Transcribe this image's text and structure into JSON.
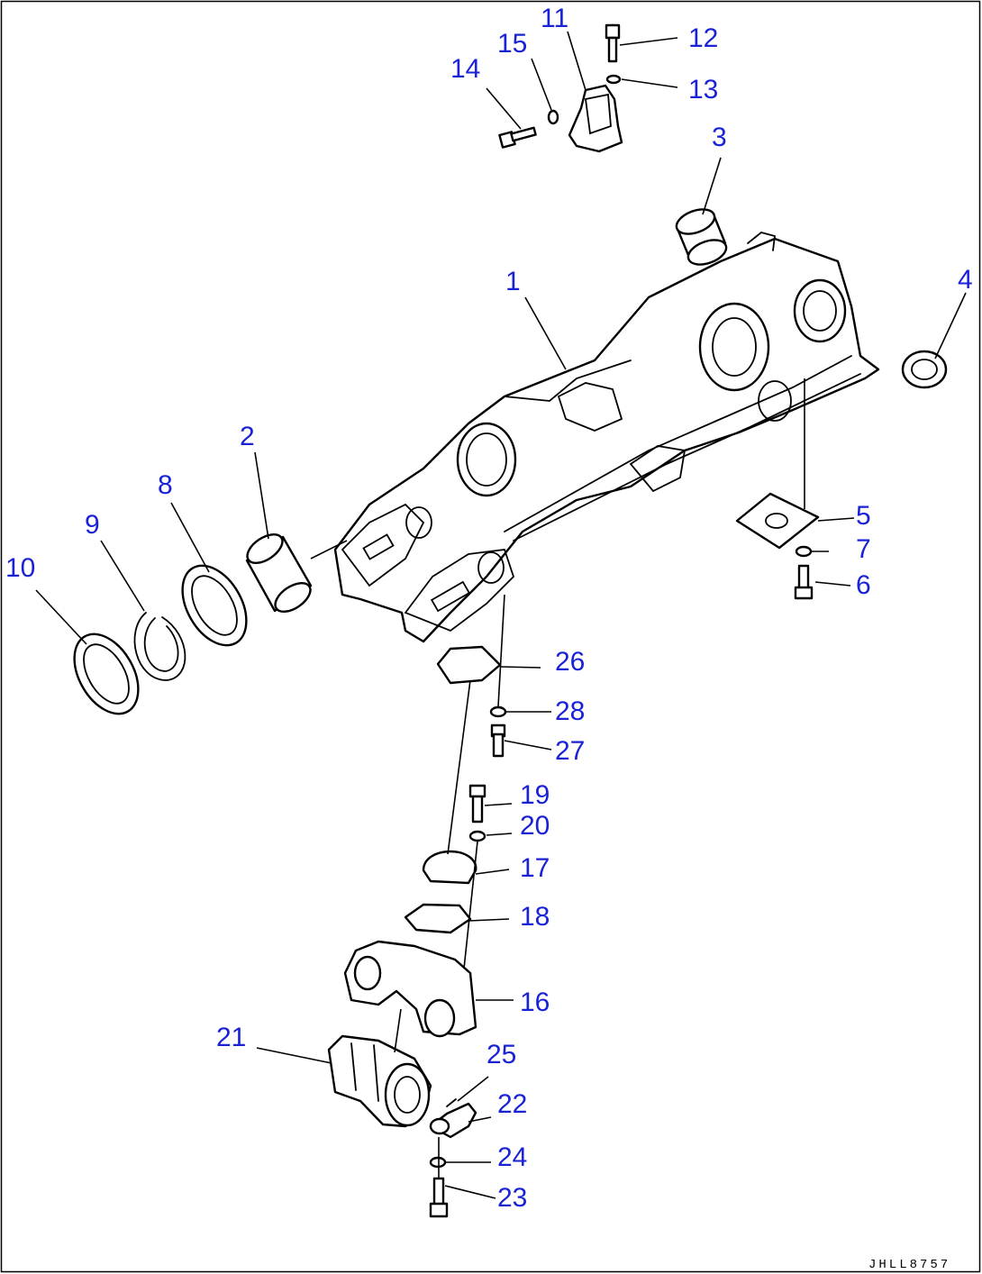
{
  "drawing_id": "JHLL8757",
  "callouts": [
    {
      "id": "1",
      "label": "1"
    },
    {
      "id": "2",
      "label": "2"
    },
    {
      "id": "3",
      "label": "3"
    },
    {
      "id": "4",
      "label": "4"
    },
    {
      "id": "5",
      "label": "5"
    },
    {
      "id": "6",
      "label": "6"
    },
    {
      "id": "7",
      "label": "7"
    },
    {
      "id": "8",
      "label": "8"
    },
    {
      "id": "9",
      "label": "9"
    },
    {
      "id": "10",
      "label": "10"
    },
    {
      "id": "11",
      "label": "11"
    },
    {
      "id": "12",
      "label": "12"
    },
    {
      "id": "13",
      "label": "13"
    },
    {
      "id": "14",
      "label": "14"
    },
    {
      "id": "15",
      "label": "15"
    },
    {
      "id": "16",
      "label": "16"
    },
    {
      "id": "17",
      "label": "17"
    },
    {
      "id": "18",
      "label": "18"
    },
    {
      "id": "19",
      "label": "19"
    },
    {
      "id": "20",
      "label": "20"
    },
    {
      "id": "21",
      "label": "21"
    },
    {
      "id": "22",
      "label": "22"
    },
    {
      "id": "23",
      "label": "23"
    },
    {
      "id": "24",
      "label": "24"
    },
    {
      "id": "25",
      "label": "25"
    },
    {
      "id": "26",
      "label": "26"
    },
    {
      "id": "27",
      "label": "27"
    },
    {
      "id": "28",
      "label": "28"
    }
  ]
}
